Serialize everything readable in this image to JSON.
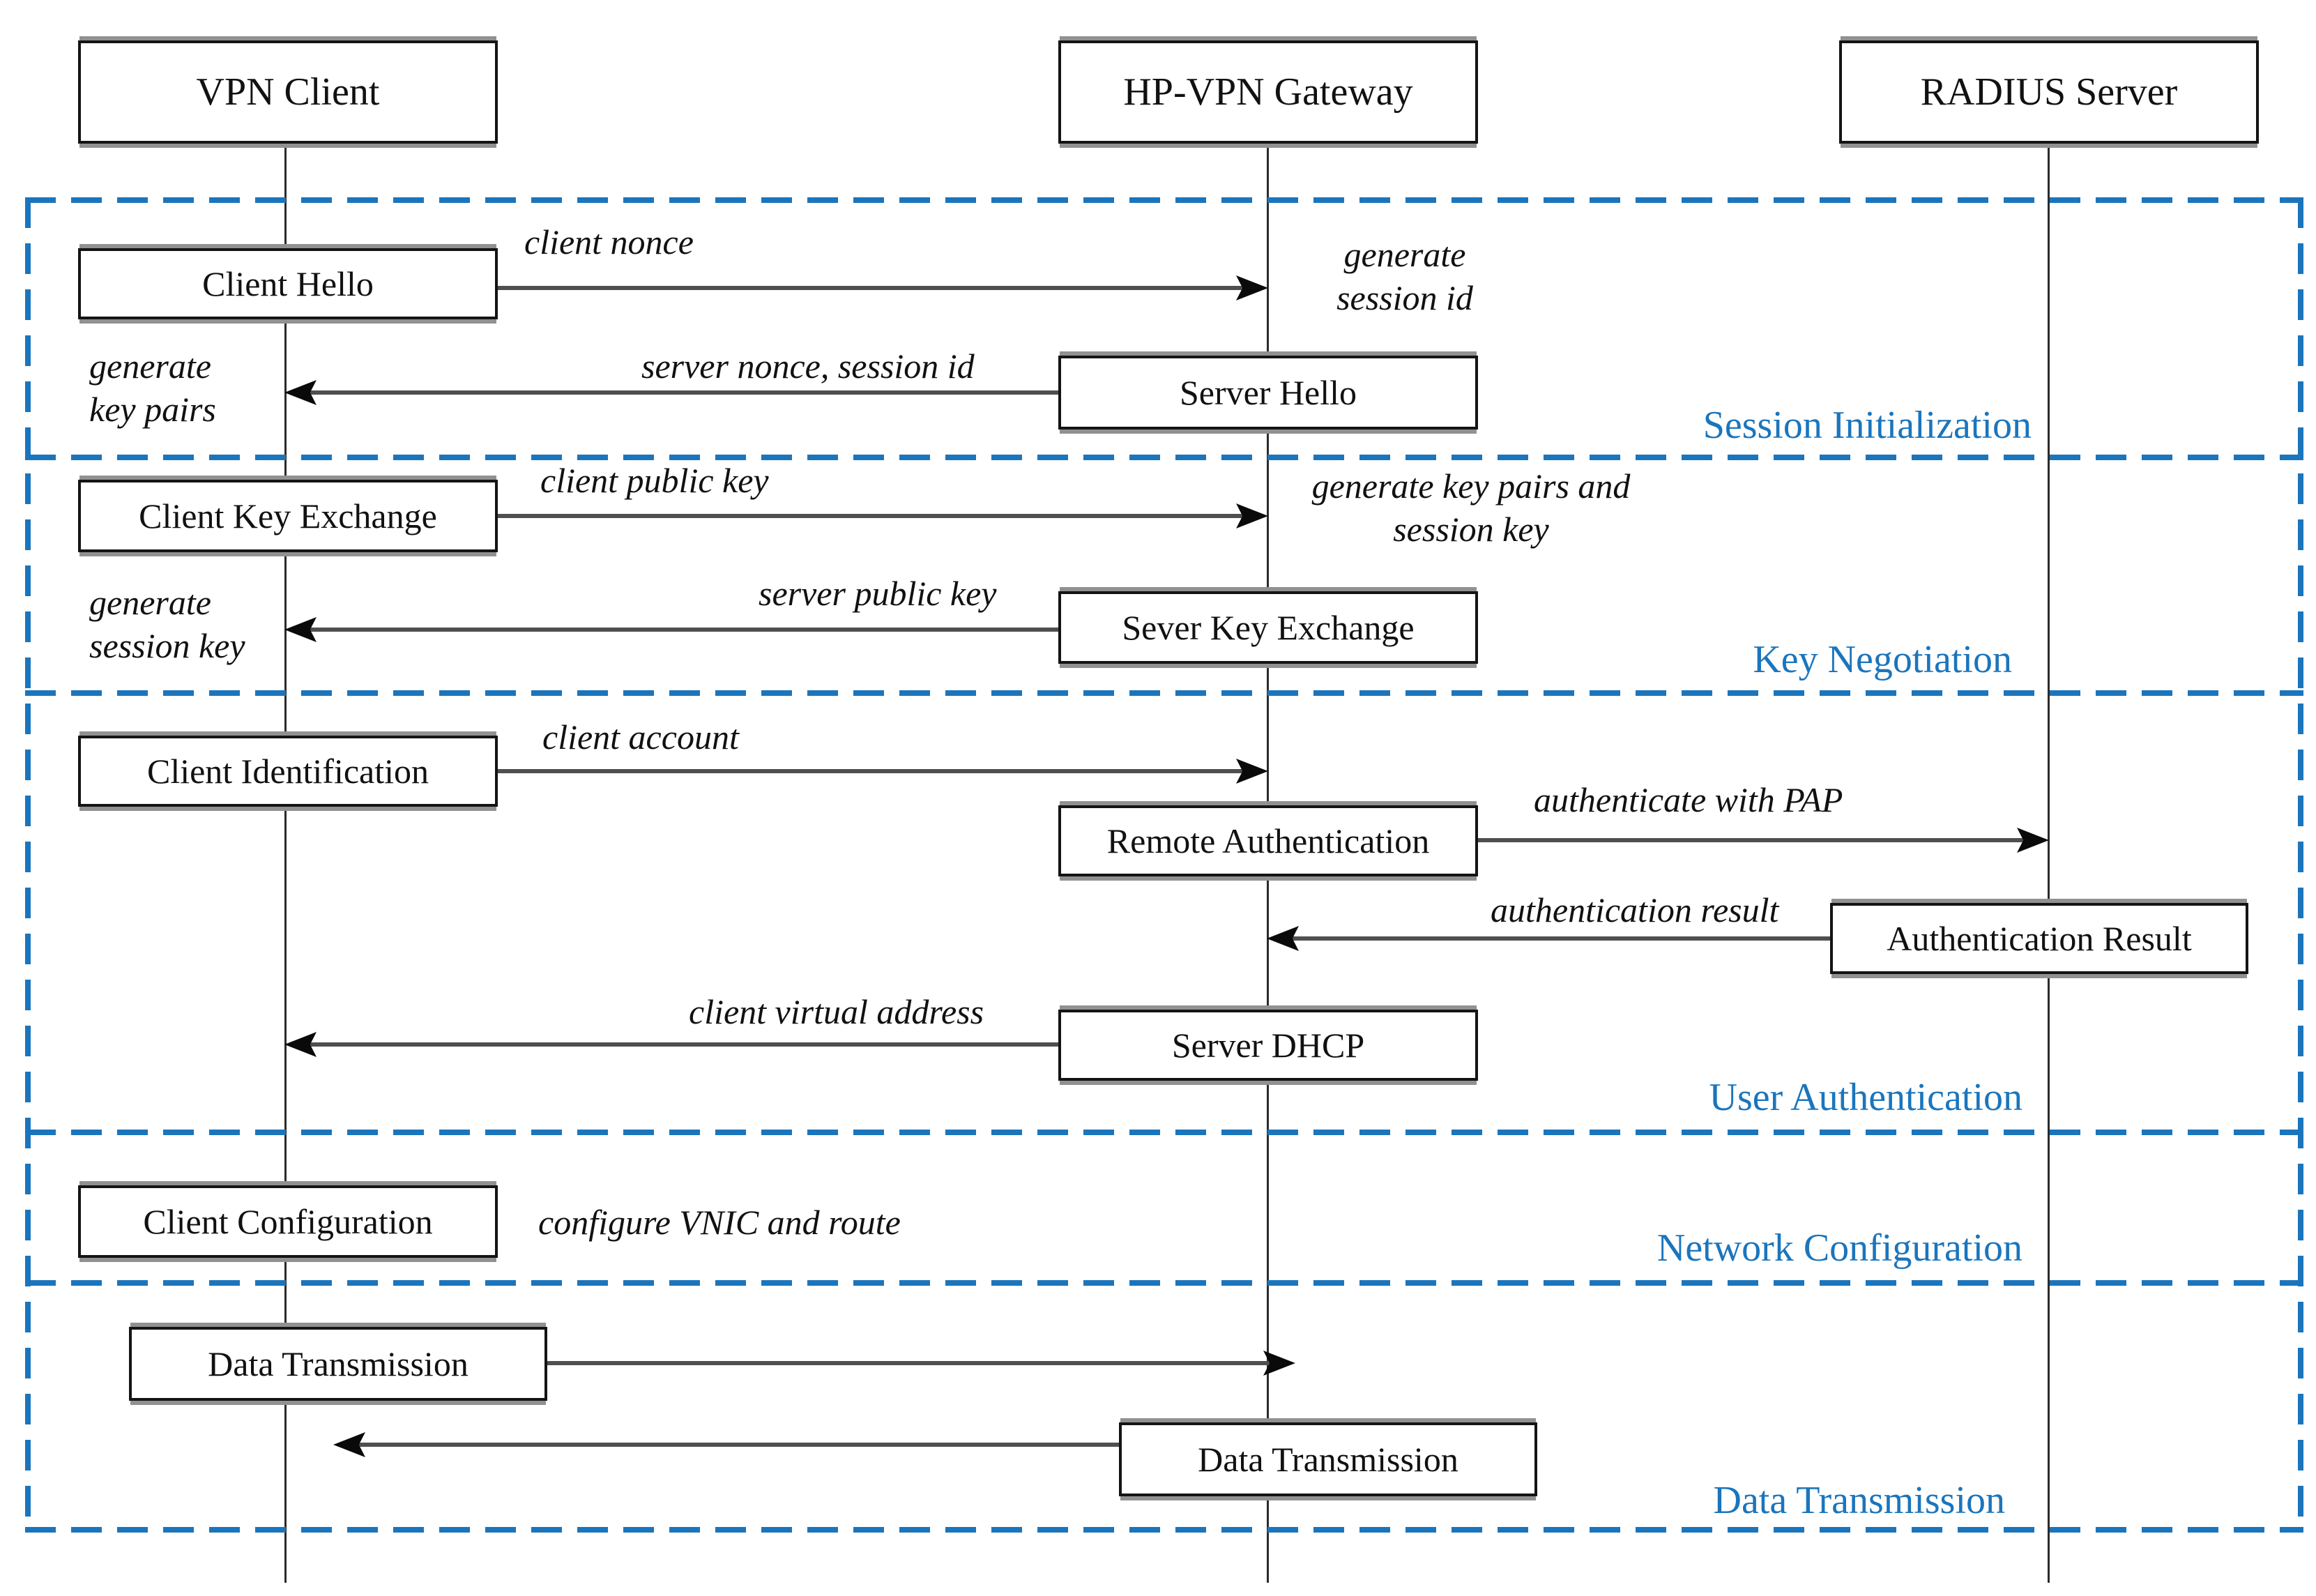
{
  "colors": {
    "accent": "#1b75bc",
    "arrow_line": "#4f4f4f",
    "ink": "#111111"
  },
  "actors": {
    "client": "VPN Client",
    "gateway": "HP-VPN Gateway",
    "radius": "RADIUS Server"
  },
  "phases": {
    "session_initialization": "Session Initialization",
    "key_negotiation": "Key Negotiation",
    "user_authentication": "User Authentication",
    "network_configuration": "Network Configuration",
    "data_transmission": "Data Transmission"
  },
  "steps": {
    "client_hello": "Client Hello",
    "server_hello": "Server Hello",
    "client_key_exchange": "Client Key Exchange",
    "sever_key_exchange": "Sever Key Exchange",
    "client_identification": "Client Identification",
    "remote_authentication": "Remote Authentication",
    "authentication_result": "Authentication Result",
    "server_dhcp": "Server DHCP",
    "client_configuration": "Client Configuration",
    "data_transmission_out": "Data Transmission",
    "data_transmission_in": "Data Transmission"
  },
  "messages": {
    "client_nonce": "client nonce",
    "server_nonce_session_id": "server nonce, session id",
    "client_public_key": "client public key",
    "server_public_key": "server public key",
    "client_account": "client account",
    "authenticate_with_pap": "authenticate with PAP",
    "authentication_result": "authentication result",
    "client_virtual_address": "client virtual address",
    "configure_vnic_and_route": "configure VNIC and route"
  },
  "notes": {
    "generate_session_id": "generate session id",
    "generate_key_pairs": "generate key pairs",
    "generate_key_pairs_and_session_key": "generate key pairs and session key",
    "generate_session_key": "generate session key"
  }
}
